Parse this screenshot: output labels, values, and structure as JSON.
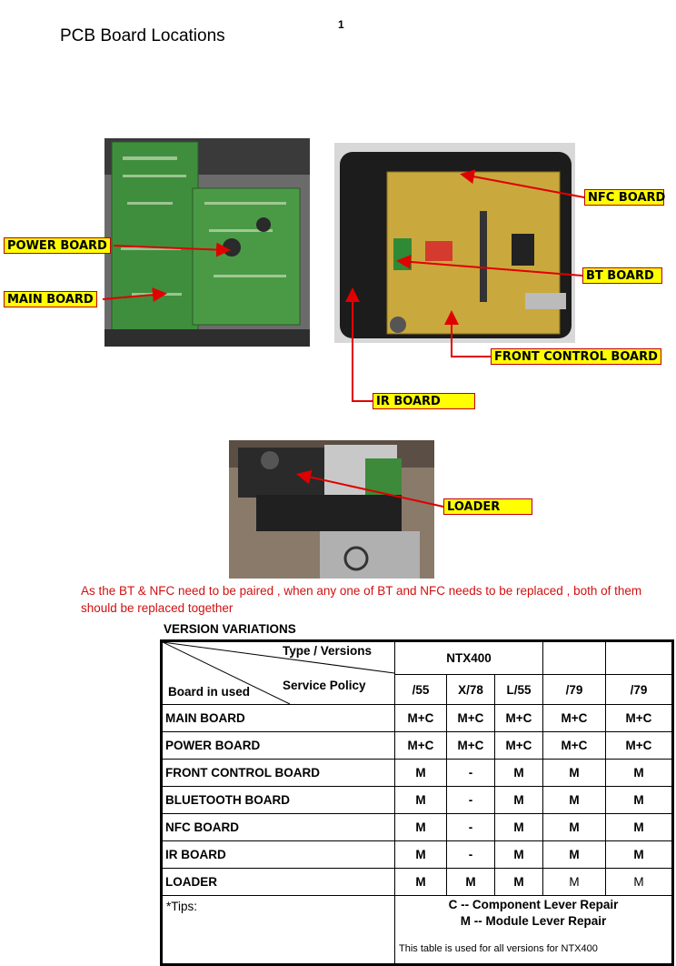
{
  "page": {
    "title": "PCB Board Locations",
    "number": "1"
  },
  "labels": {
    "power_board": "POWER BOARD",
    "main_board": "MAIN BOARD",
    "nfc_board": "NFC BOARD",
    "bt_board": "BT BOARD",
    "front_control_board": "FRONT CONTROL BOARD",
    "ir_board": "IR BOARD",
    "loader": "LOADER"
  },
  "note": "As the BT & NFC need to be paired , when any one of BT and NFC needs to be replaced , both of them should be replaced  together",
  "version_table": {
    "title": "VERSION VARIATIONS",
    "header_type": "Type / Versions",
    "header_policy": "Service Policy",
    "header_board": "Board in used",
    "model": "NTX400",
    "versions": [
      "/55",
      "X/78",
      "L/55",
      "/79",
      "/79"
    ],
    "rows": [
      {
        "board": "MAIN BOARD",
        "values": [
          "M+C",
          "M+C",
          "M+C",
          "M+C",
          "M+C"
        ]
      },
      {
        "board": "POWER BOARD",
        "values": [
          "M+C",
          "M+C",
          "M+C",
          "M+C",
          "M+C"
        ]
      },
      {
        "board": "FRONT CONTROL BOARD",
        "values": [
          "M",
          "-",
          "M",
          "M",
          "M"
        ]
      },
      {
        "board": "BLUETOOTH BOARD",
        "values": [
          "M",
          "-",
          "M",
          "M",
          "M"
        ]
      },
      {
        "board": "NFC BOARD",
        "values": [
          "M",
          "-",
          "M",
          "M",
          "M"
        ]
      },
      {
        "board": "IR BOARD",
        "values": [
          "M",
          "-",
          "M",
          "M",
          "M"
        ]
      },
      {
        "board": "LOADER",
        "values": [
          "M",
          "M",
          "M",
          "M",
          "M"
        ]
      }
    ],
    "tips_label": "*Tips:",
    "tip_c": "C -- Component Lever Repair",
    "tip_m": "M -- Module Lever Repair",
    "tips_footer": "This table is used for all versions for NTX400"
  },
  "colors": {
    "callout_bg": "#ffff00",
    "arrow": "#e00000",
    "note_text": "#d01010",
    "pcb_green": "#3d8a3a",
    "pcb_yellow": "#c8a83a"
  }
}
